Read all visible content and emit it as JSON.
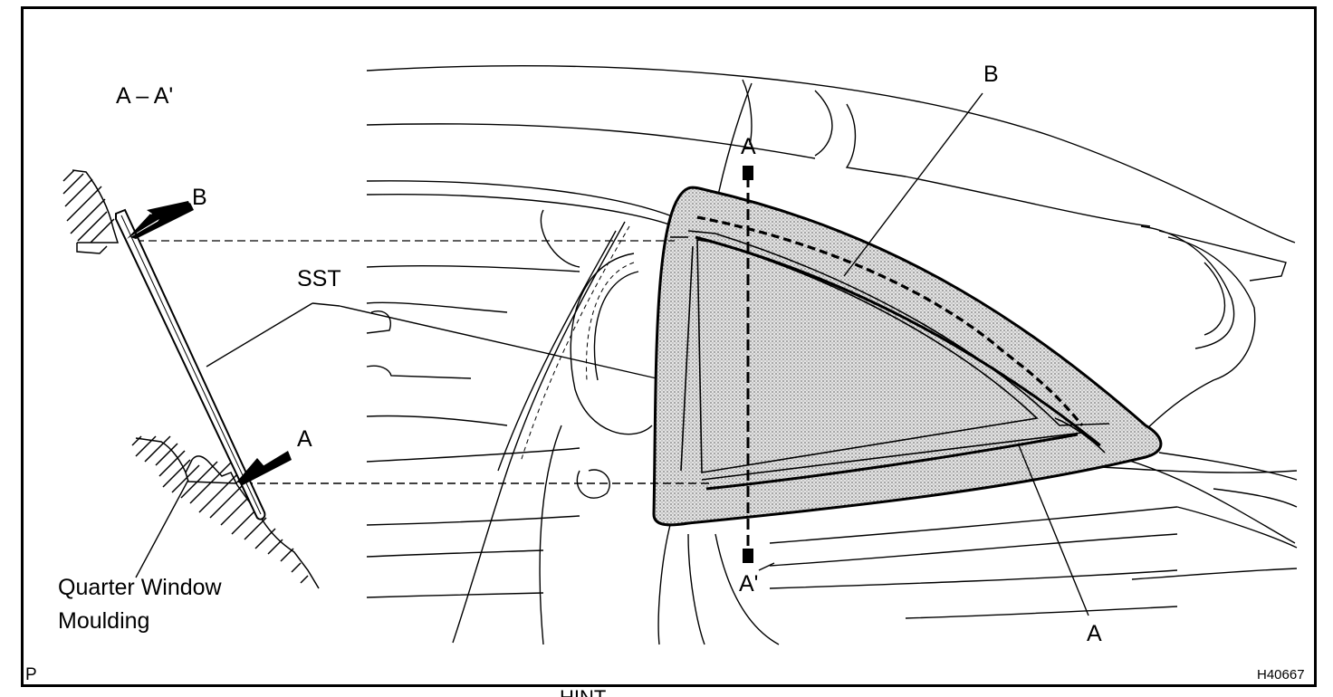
{
  "figure": {
    "section_title": "A – A'",
    "callouts": {
      "b_left": "B",
      "a_left": "A",
      "sst": "SST",
      "moulding_line1": "Quarter Window",
      "moulding_line2": "Moulding",
      "a_top": "A",
      "a_prime_bottom": "A'",
      "b_right": "B",
      "a_right": "A"
    },
    "corner_left": "P",
    "figure_id": "H40667",
    "cut_off_text": "HINT"
  },
  "colors": {
    "ink": "#000000",
    "glass_fill": "#d9d9d9",
    "background": "#ffffff"
  }
}
